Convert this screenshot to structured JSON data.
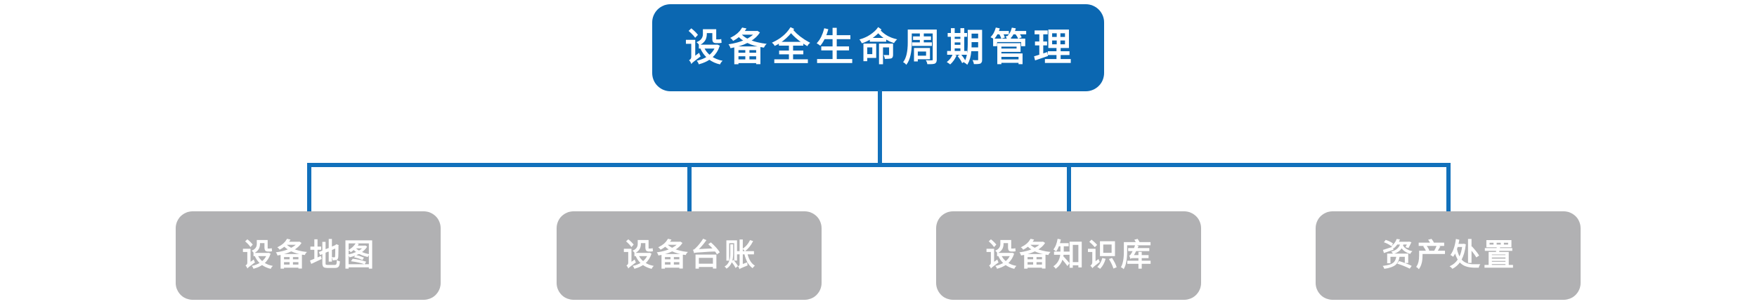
{
  "diagram": {
    "type": "org-chart-tree",
    "root": {
      "label": "设备全生命周期管理"
    },
    "children": [
      {
        "label": "设备地图"
      },
      {
        "label": "设备台账"
      },
      {
        "label": "设备知识库"
      },
      {
        "label": "资产处置"
      }
    ],
    "colors": {
      "root_fill": "#0B67B1",
      "child_fill": "#B1B1B3",
      "connector": "#1170BB",
      "text": "#FFFFFF",
      "background": "#FFFFFF"
    }
  }
}
